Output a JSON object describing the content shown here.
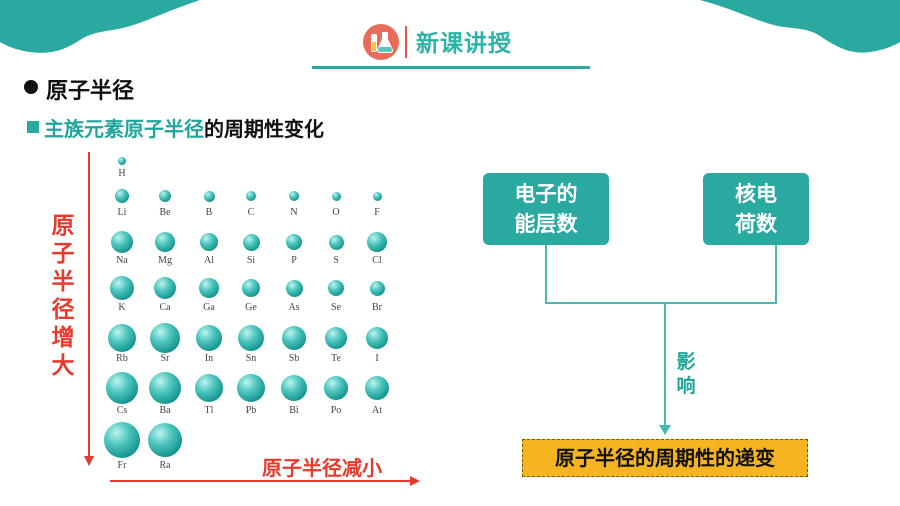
{
  "header": {
    "title": "新课讲授",
    "icon": "chemistry-flask-icon"
  },
  "section": {
    "title": "原子半径"
  },
  "subtitle": {
    "highlight": "主族元素原子半径",
    "rest": "的周期性变化"
  },
  "axes": {
    "vertical_label": "原子半径增大",
    "horizontal_label": "原子半径减小"
  },
  "elements": [
    {
      "symbol": "H"
    },
    {
      "symbol": "Li"
    },
    {
      "symbol": "Be"
    },
    {
      "symbol": "B"
    },
    {
      "symbol": "C"
    },
    {
      "symbol": "N"
    },
    {
      "symbol": "O"
    },
    {
      "symbol": "F"
    },
    {
      "symbol": "Na"
    },
    {
      "symbol": "Mg"
    },
    {
      "symbol": "Al"
    },
    {
      "symbol": "Si"
    },
    {
      "symbol": "P"
    },
    {
      "symbol": "S"
    },
    {
      "symbol": "Cl"
    },
    {
      "symbol": "K"
    },
    {
      "symbol": "Ca"
    },
    {
      "symbol": "Ga"
    },
    {
      "symbol": "Ge"
    },
    {
      "symbol": "As"
    },
    {
      "symbol": "Se"
    },
    {
      "symbol": "Br"
    },
    {
      "symbol": "Rb"
    },
    {
      "symbol": "Sr"
    },
    {
      "symbol": "In"
    },
    {
      "symbol": "Sn"
    },
    {
      "symbol": "Sb"
    },
    {
      "symbol": "Te"
    },
    {
      "symbol": "I"
    },
    {
      "symbol": "Cs"
    },
    {
      "symbol": "Ba"
    },
    {
      "symbol": "Tl"
    },
    {
      "symbol": "Pb"
    },
    {
      "symbol": "Bi"
    },
    {
      "symbol": "Po"
    },
    {
      "symbol": "At"
    },
    {
      "symbol": "Fr"
    },
    {
      "symbol": "Ra"
    }
  ],
  "diagram": {
    "box_left": {
      "line1": "电子的",
      "line2": "能层数"
    },
    "box_right": {
      "line1": "核电",
      "line2": "荷数"
    },
    "influence": "影响",
    "result": "原子半径的周期性的递变"
  },
  "colors": {
    "teal": "#2aa9a1",
    "red": "#e53a2c",
    "orange": "#f6b520"
  }
}
